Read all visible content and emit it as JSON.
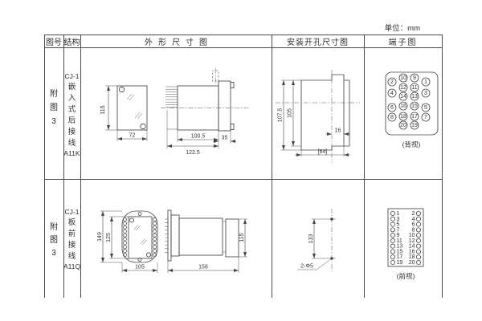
{
  "unit_label": "单位：mm",
  "headers": {
    "fig_no": "图号",
    "structure": "结构",
    "outline": "外形尺寸图",
    "install": "安装开孔尺寸图",
    "terminal": "端子图"
  },
  "rows": [
    {
      "fig_no": "附图3",
      "structure": {
        "model": "CJ-1",
        "mount": "嵌入式后接线",
        "code": "A11K"
      },
      "outline": {
        "front_height": "115",
        "front_width": "72",
        "body_depth": "100.5",
        "total_depth": "122.5",
        "front_depth": "35"
      },
      "install": {
        "cutout_height_outer": "107.5",
        "cutout_height_inner": "105",
        "notch_width": "16",
        "cutout_width_ref": "[64]"
      },
      "terminal_caption": "(背视)"
    },
    {
      "fig_no": "附图3",
      "structure": {
        "model": "CJ-1",
        "mount": "板前接线",
        "code": "A11Q"
      },
      "outline": {
        "plate_height": "149",
        "inner_height": "125",
        "plate_width": "105",
        "total_depth": "156",
        "body_height": "115"
      },
      "install": {
        "hole_spacing": "133",
        "holes_label": "2-Φ5"
      },
      "terminal_caption": "(前视)"
    }
  ],
  "terminals": {
    "rear": {
      "outer_left": [
        "2",
        "4",
        "6",
        "8"
      ],
      "mid_left": [
        "10",
        "12",
        "14",
        "16",
        "18",
        "20"
      ],
      "mid_right": [
        "9",
        "11",
        "13",
        "15",
        "17",
        "19"
      ],
      "outer_right": [
        "1",
        "3",
        "5",
        "7"
      ]
    },
    "front": {
      "left": [
        "1",
        "3",
        "5",
        "7",
        "9",
        "11",
        "13",
        "15",
        "17",
        "19"
      ],
      "right": [
        "2",
        "4",
        "6",
        "8",
        "10",
        "12",
        "14",
        "16",
        "18",
        "20"
      ]
    }
  }
}
